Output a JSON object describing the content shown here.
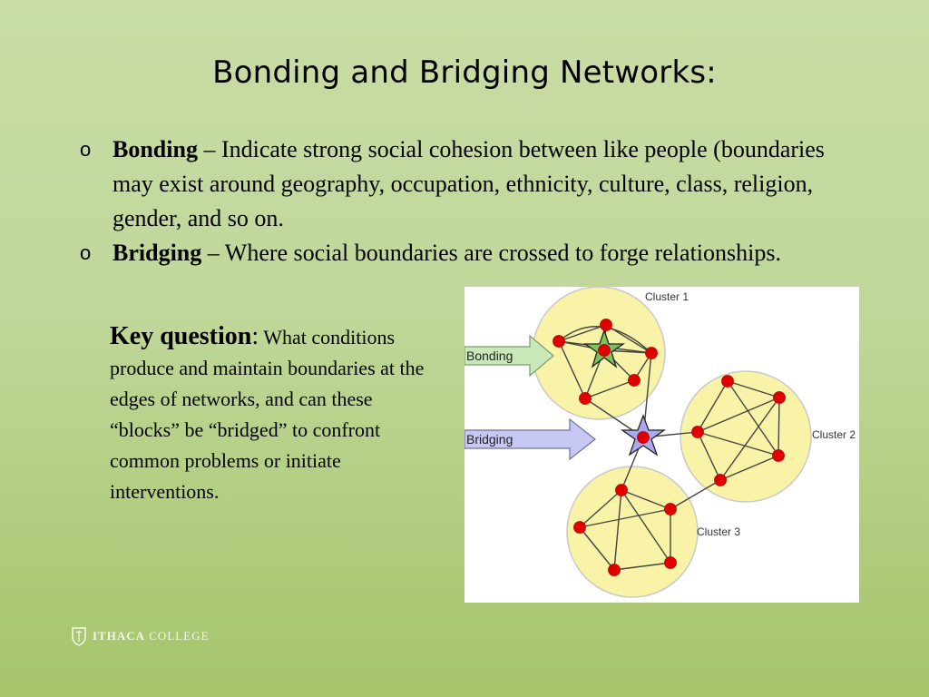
{
  "slide": {
    "title": "Bonding and Bridging Networks:",
    "bullets": [
      {
        "marker": "o",
        "term": "Bonding",
        "text": " – Indicate strong social cohesion between like people (boundaries may exist around geography, occupation, ethnicity, culture, class, religion, gender, and so on."
      },
      {
        "marker": "o",
        "term": "Bridging",
        "text": " – Where social boundaries are crossed to forge relationships."
      }
    ],
    "key_question": {
      "label": "Key question",
      "colon": ":",
      "text": " What conditions produce and maintain boundaries at the edges of networks, and can these “blocks” be “bridged” to confront common problems or initiate interventions."
    }
  },
  "diagram": {
    "cluster1_label": "Cluster 1",
    "cluster2_label": "Cluster 2",
    "cluster3_label": "Cluster 3",
    "bonding_label": "Bonding",
    "bridging_label": "Bridging",
    "colors": {
      "cluster_fill": "#f8f3a6",
      "node": "#e00000",
      "bonding_arrow": "#c9e8b8",
      "bridging_arrow": "#c6c7f2",
      "star_bonding": "#7cc35b",
      "star_bridging": "#a9a9ef"
    }
  },
  "footer": {
    "logo_name": "ITHACA",
    "logo_suffix": "COLLEGE",
    "logo_icon": "ithaca-college-seal-icon"
  }
}
